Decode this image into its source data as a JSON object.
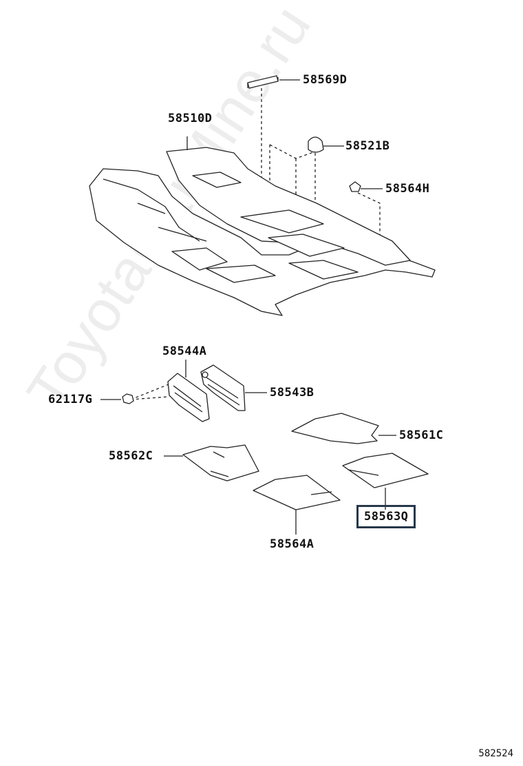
{
  "watermark": "ToyotaCarMine.ru",
  "diagram_code": "582524",
  "parts": [
    {
      "id": "58569D",
      "label": "58569D"
    },
    {
      "id": "58510D",
      "label": "58510D"
    },
    {
      "id": "58521B",
      "label": "58521B"
    },
    {
      "id": "58564H",
      "label": "58564H"
    },
    {
      "id": "58544A",
      "label": "58544A"
    },
    {
      "id": "62117G",
      "label": "62117G"
    },
    {
      "id": "58543B",
      "label": "58543B"
    },
    {
      "id": "58561C",
      "label": "58561C"
    },
    {
      "id": "58562C",
      "label": "58562C"
    },
    {
      "id": "58563Q",
      "label": "58563Q",
      "highlighted": true,
      "highlight_color": "#26384a"
    },
    {
      "id": "58564A",
      "label": "58564A"
    }
  ]
}
